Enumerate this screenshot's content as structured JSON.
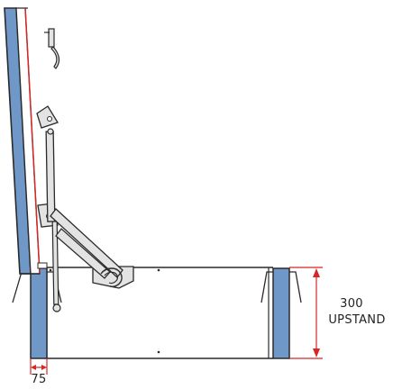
{
  "diagram": {
    "dimensions": {
      "upstand_height_value": "300",
      "upstand_height_label": "UPSTAND",
      "upstand_width_value": "75"
    },
    "colors": {
      "panel_fill": "#6f98c8",
      "outline": "#2a2a2a",
      "seal_line": "#d42828",
      "dimension_line": "#d42828",
      "mechanism_fill": "#e3e3e3",
      "background": "#ffffff"
    }
  }
}
